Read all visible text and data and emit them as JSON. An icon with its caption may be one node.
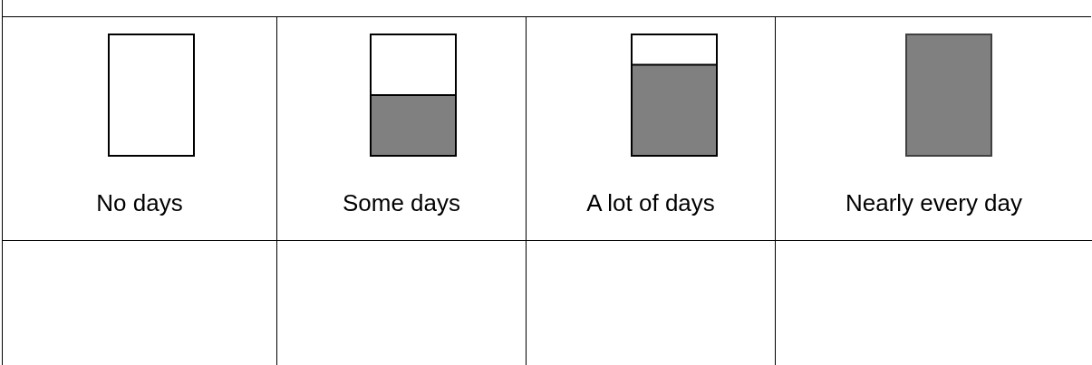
{
  "diagram": {
    "labels": [
      "No days",
      "Some days",
      "A lot of days",
      "Nearly every day"
    ]
  }
}
